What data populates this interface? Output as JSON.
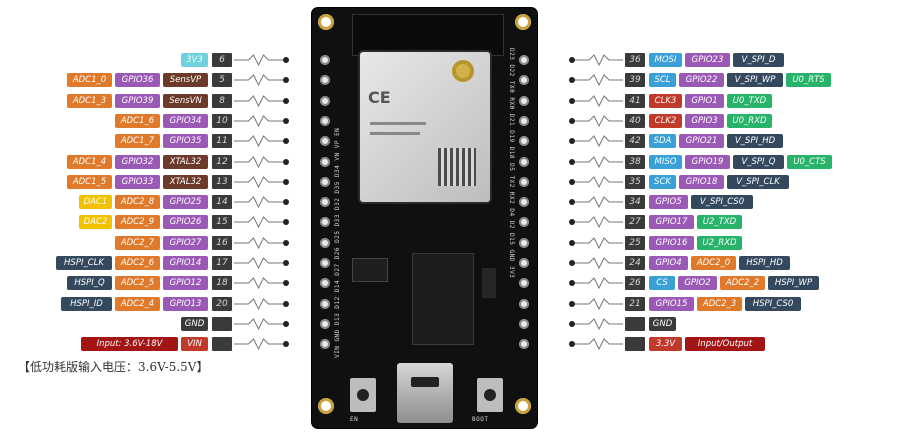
{
  "left_pins": [
    {
      "pin": "6",
      "labels": [
        {
          "t": "3V3",
          "bg": "#6fd1de",
          "fg": "#ffffff"
        }
      ]
    },
    {
      "pin": "5",
      "labels": [
        {
          "t": "ADC1_0",
          "bg": "#e07a2a",
          "fg": "#ffffff"
        },
        {
          "t": "GPIO36",
          "bg": "#9b59b6",
          "fg": "#ffffff"
        },
        {
          "t": "SensVP",
          "bg": "#6b3a2a",
          "fg": "#ffffff"
        }
      ]
    },
    {
      "pin": "8",
      "labels": [
        {
          "t": "ADC1_3",
          "bg": "#e07a2a",
          "fg": "#ffffff"
        },
        {
          "t": "GPIO39",
          "bg": "#9b59b6",
          "fg": "#ffffff"
        },
        {
          "t": "SensVN",
          "bg": "#6b3a2a",
          "fg": "#ffffff"
        }
      ]
    },
    {
      "pin": "10",
      "labels": [
        {
          "t": "ADC1_6",
          "bg": "#e07a2a",
          "fg": "#ffffff"
        },
        {
          "t": "GPIO34",
          "bg": "#9b59b6",
          "fg": "#ffffff"
        }
      ]
    },
    {
      "pin": "11",
      "labels": [
        {
          "t": "ADC1_7",
          "bg": "#e07a2a",
          "fg": "#ffffff"
        },
        {
          "t": "GPIO35",
          "bg": "#9b59b6",
          "fg": "#ffffff"
        }
      ]
    },
    {
      "pin": "12",
      "labels": [
        {
          "t": "ADC1_4",
          "bg": "#e07a2a",
          "fg": "#ffffff"
        },
        {
          "t": "GPIO32",
          "bg": "#9b59b6",
          "fg": "#ffffff"
        },
        {
          "t": "XTAL32",
          "bg": "#6b3a2a",
          "fg": "#ffffff"
        }
      ]
    },
    {
      "pin": "13",
      "labels": [
        {
          "t": "ADC1_5",
          "bg": "#e07a2a",
          "fg": "#ffffff"
        },
        {
          "t": "GPIO33",
          "bg": "#9b59b6",
          "fg": "#ffffff"
        },
        {
          "t": "XTAL32",
          "bg": "#6b3a2a",
          "fg": "#ffffff"
        }
      ]
    },
    {
      "pin": "14",
      "labels": [
        {
          "t": "DAC1",
          "bg": "#f2c200",
          "fg": "#ffffff"
        },
        {
          "t": "ADC2_8",
          "bg": "#e07a2a",
          "fg": "#ffffff"
        },
        {
          "t": "GPIO25",
          "bg": "#9b59b6",
          "fg": "#ffffff"
        }
      ]
    },
    {
      "pin": "15",
      "labels": [
        {
          "t": "DAC2",
          "bg": "#f2c200",
          "fg": "#ffffff"
        },
        {
          "t": "ADC2_9",
          "bg": "#e07a2a",
          "fg": "#ffffff"
        },
        {
          "t": "GPIO26",
          "bg": "#9b59b6",
          "fg": "#ffffff"
        }
      ]
    },
    {
      "pin": "16",
      "labels": [
        {
          "t": "ADC2_7",
          "bg": "#e07a2a",
          "fg": "#ffffff"
        },
        {
          "t": "GPIO27",
          "bg": "#9b59b6",
          "fg": "#ffffff"
        }
      ]
    },
    {
      "pin": "17",
      "labels": [
        {
          "t": "HSPI_CLK",
          "bg": "#34495e",
          "fg": "#ffffff"
        },
        {
          "t": "ADC2_6",
          "bg": "#e07a2a",
          "fg": "#ffffff"
        },
        {
          "t": "GPIO14",
          "bg": "#9b59b6",
          "fg": "#ffffff"
        }
      ]
    },
    {
      "pin": "18",
      "labels": [
        {
          "t": "HSPI_Q",
          "bg": "#34495e",
          "fg": "#ffffff"
        },
        {
          "t": "ADC2_5",
          "bg": "#e07a2a",
          "fg": "#ffffff"
        },
        {
          "t": "GPIO12",
          "bg": "#9b59b6",
          "fg": "#ffffff"
        }
      ]
    },
    {
      "pin": "20",
      "labels": [
        {
          "t": "HSPI_ID",
          "bg": "#34495e",
          "fg": "#ffffff"
        },
        {
          "t": "ADC2_4",
          "bg": "#e07a2a",
          "fg": "#ffffff"
        },
        {
          "t": "GPIO13",
          "bg": "#9b59b6",
          "fg": "#ffffff"
        }
      ]
    },
    {
      "pin": "",
      "labels": [
        {
          "t": "GND",
          "bg": "#3a3a3a",
          "fg": "#ffffff"
        }
      ]
    },
    {
      "pin": "",
      "labels": [
        {
          "t": "Input: 3.6V-18V",
          "bg": "#a31515",
          "fg": "#ffffff"
        },
        {
          "t": "VIN",
          "bg": "#c0392b",
          "fg": "#ffffff"
        }
      ]
    }
  ],
  "right_pins": [
    {
      "pin": "36",
      "labels": [
        {
          "t": "MOSI",
          "bg": "#3aa0d8",
          "fg": "#ffffff"
        },
        {
          "t": "GPIO23",
          "bg": "#9b59b6",
          "fg": "#ffffff"
        },
        {
          "t": "V_SPI_D",
          "bg": "#34495e",
          "fg": "#ffffff"
        }
      ]
    },
    {
      "pin": "39",
      "labels": [
        {
          "t": "SCL",
          "bg": "#3aa0d8",
          "fg": "#ffffff"
        },
        {
          "t": "GPIO22",
          "bg": "#9b59b6",
          "fg": "#ffffff"
        },
        {
          "t": "V_SPI_WP",
          "bg": "#34495e",
          "fg": "#ffffff"
        },
        {
          "t": "U0_RTS",
          "bg": "#27b36a",
          "fg": "#ffffff"
        }
      ]
    },
    {
      "pin": "41",
      "labels": [
        {
          "t": "CLK3",
          "bg": "#c0392b",
          "fg": "#ffffff"
        },
        {
          "t": "GPIO1",
          "bg": "#9b59b6",
          "fg": "#ffffff"
        },
        {
          "t": "U0_TXD",
          "bg": "#27b36a",
          "fg": "#ffffff"
        }
      ]
    },
    {
      "pin": "40",
      "labels": [
        {
          "t": "CLK2",
          "bg": "#c0392b",
          "fg": "#ffffff"
        },
        {
          "t": "GPIO3",
          "bg": "#9b59b6",
          "fg": "#ffffff"
        },
        {
          "t": "U0_RXD",
          "bg": "#27b36a",
          "fg": "#ffffff"
        }
      ]
    },
    {
      "pin": "42",
      "labels": [
        {
          "t": "SDA",
          "bg": "#3aa0d8",
          "fg": "#ffffff"
        },
        {
          "t": "GPIO21",
          "bg": "#9b59b6",
          "fg": "#ffffff"
        },
        {
          "t": "V_SPI_HD",
          "bg": "#34495e",
          "fg": "#ffffff"
        }
      ]
    },
    {
      "pin": "38",
      "labels": [
        {
          "t": "MISO",
          "bg": "#3aa0d8",
          "fg": "#ffffff"
        },
        {
          "t": "GPIO19",
          "bg": "#9b59b6",
          "fg": "#ffffff"
        },
        {
          "t": "V_SPI_Q",
          "bg": "#34495e",
          "fg": "#ffffff"
        },
        {
          "t": "U0_CTS",
          "bg": "#27b36a",
          "fg": "#ffffff"
        }
      ]
    },
    {
      "pin": "35",
      "labels": [
        {
          "t": "SCK",
          "bg": "#3aa0d8",
          "fg": "#ffffff"
        },
        {
          "t": "GPIO18",
          "bg": "#9b59b6",
          "fg": "#ffffff"
        },
        {
          "t": "V_SPI_CLK",
          "bg": "#34495e",
          "fg": "#ffffff"
        }
      ]
    },
    {
      "pin": "34",
      "labels": [
        {
          "t": "GPIO5",
          "bg": "#9b59b6",
          "fg": "#ffffff"
        },
        {
          "t": "V_SPI_CS0",
          "bg": "#34495e",
          "fg": "#ffffff"
        }
      ]
    },
    {
      "pin": "27",
      "labels": [
        {
          "t": "GPIO17",
          "bg": "#9b59b6",
          "fg": "#ffffff"
        },
        {
          "t": "U2_TXD",
          "bg": "#27b36a",
          "fg": "#ffffff"
        }
      ]
    },
    {
      "pin": "25",
      "labels": [
        {
          "t": "GPIO16",
          "bg": "#9b59b6",
          "fg": "#ffffff"
        },
        {
          "t": "U2_RXD",
          "bg": "#27b36a",
          "fg": "#ffffff"
        }
      ]
    },
    {
      "pin": "24",
      "labels": [
        {
          "t": "GPIO4",
          "bg": "#9b59b6",
          "fg": "#ffffff"
        },
        {
          "t": "ADC2_0",
          "bg": "#e07a2a",
          "fg": "#ffffff"
        },
        {
          "t": "HSPI_HD",
          "bg": "#34495e",
          "fg": "#ffffff"
        }
      ]
    },
    {
      "pin": "26",
      "labels": [
        {
          "t": "CS",
          "bg": "#3aa0d8",
          "fg": "#ffffff"
        },
        {
          "t": "GPIO2",
          "bg": "#9b59b6",
          "fg": "#ffffff"
        },
        {
          "t": "ADC2_2",
          "bg": "#e07a2a",
          "fg": "#ffffff"
        },
        {
          "t": "HSPI_WP",
          "bg": "#34495e",
          "fg": "#ffffff"
        }
      ]
    },
    {
      "pin": "21",
      "labels": [
        {
          "t": "GPIO15",
          "bg": "#9b59b6",
          "fg": "#ffffff"
        },
        {
          "t": "ADC2_3",
          "bg": "#e07a2a",
          "fg": "#ffffff"
        },
        {
          "t": "HSPI_CS0",
          "bg": "#34495e",
          "fg": "#ffffff"
        }
      ]
    },
    {
      "pin": "",
      "labels": [
        {
          "t": "GND",
          "bg": "#3a3a3a",
          "fg": "#ffffff"
        }
      ]
    },
    {
      "pin": "",
      "labels": [
        {
          "t": "3.3V",
          "bg": "#c0392b",
          "fg": "#ffffff"
        },
        {
          "t": "Input/Output",
          "bg": "#a31515",
          "fg": "#ffffff"
        }
      ]
    }
  ],
  "note": "【低功耗版输入电压：3.6V-5.5V】",
  "board": {
    "module_brand": "CE",
    "left_silk": "VIN GND D13 D12 D14 D27 D26 D25 D33 D32 D35 D34 VN VP EN",
    "right_silk": "D23 D22 TX0 RX0 D21 D19 D18 D5 TX2 RX2 D4 D2 D15 GND 3V3",
    "btn_left": "EN",
    "btn_right": "BOOT"
  },
  "colors": {
    "board": "#101010",
    "pin_box": "#3a3a3a",
    "lead": "#555555"
  }
}
